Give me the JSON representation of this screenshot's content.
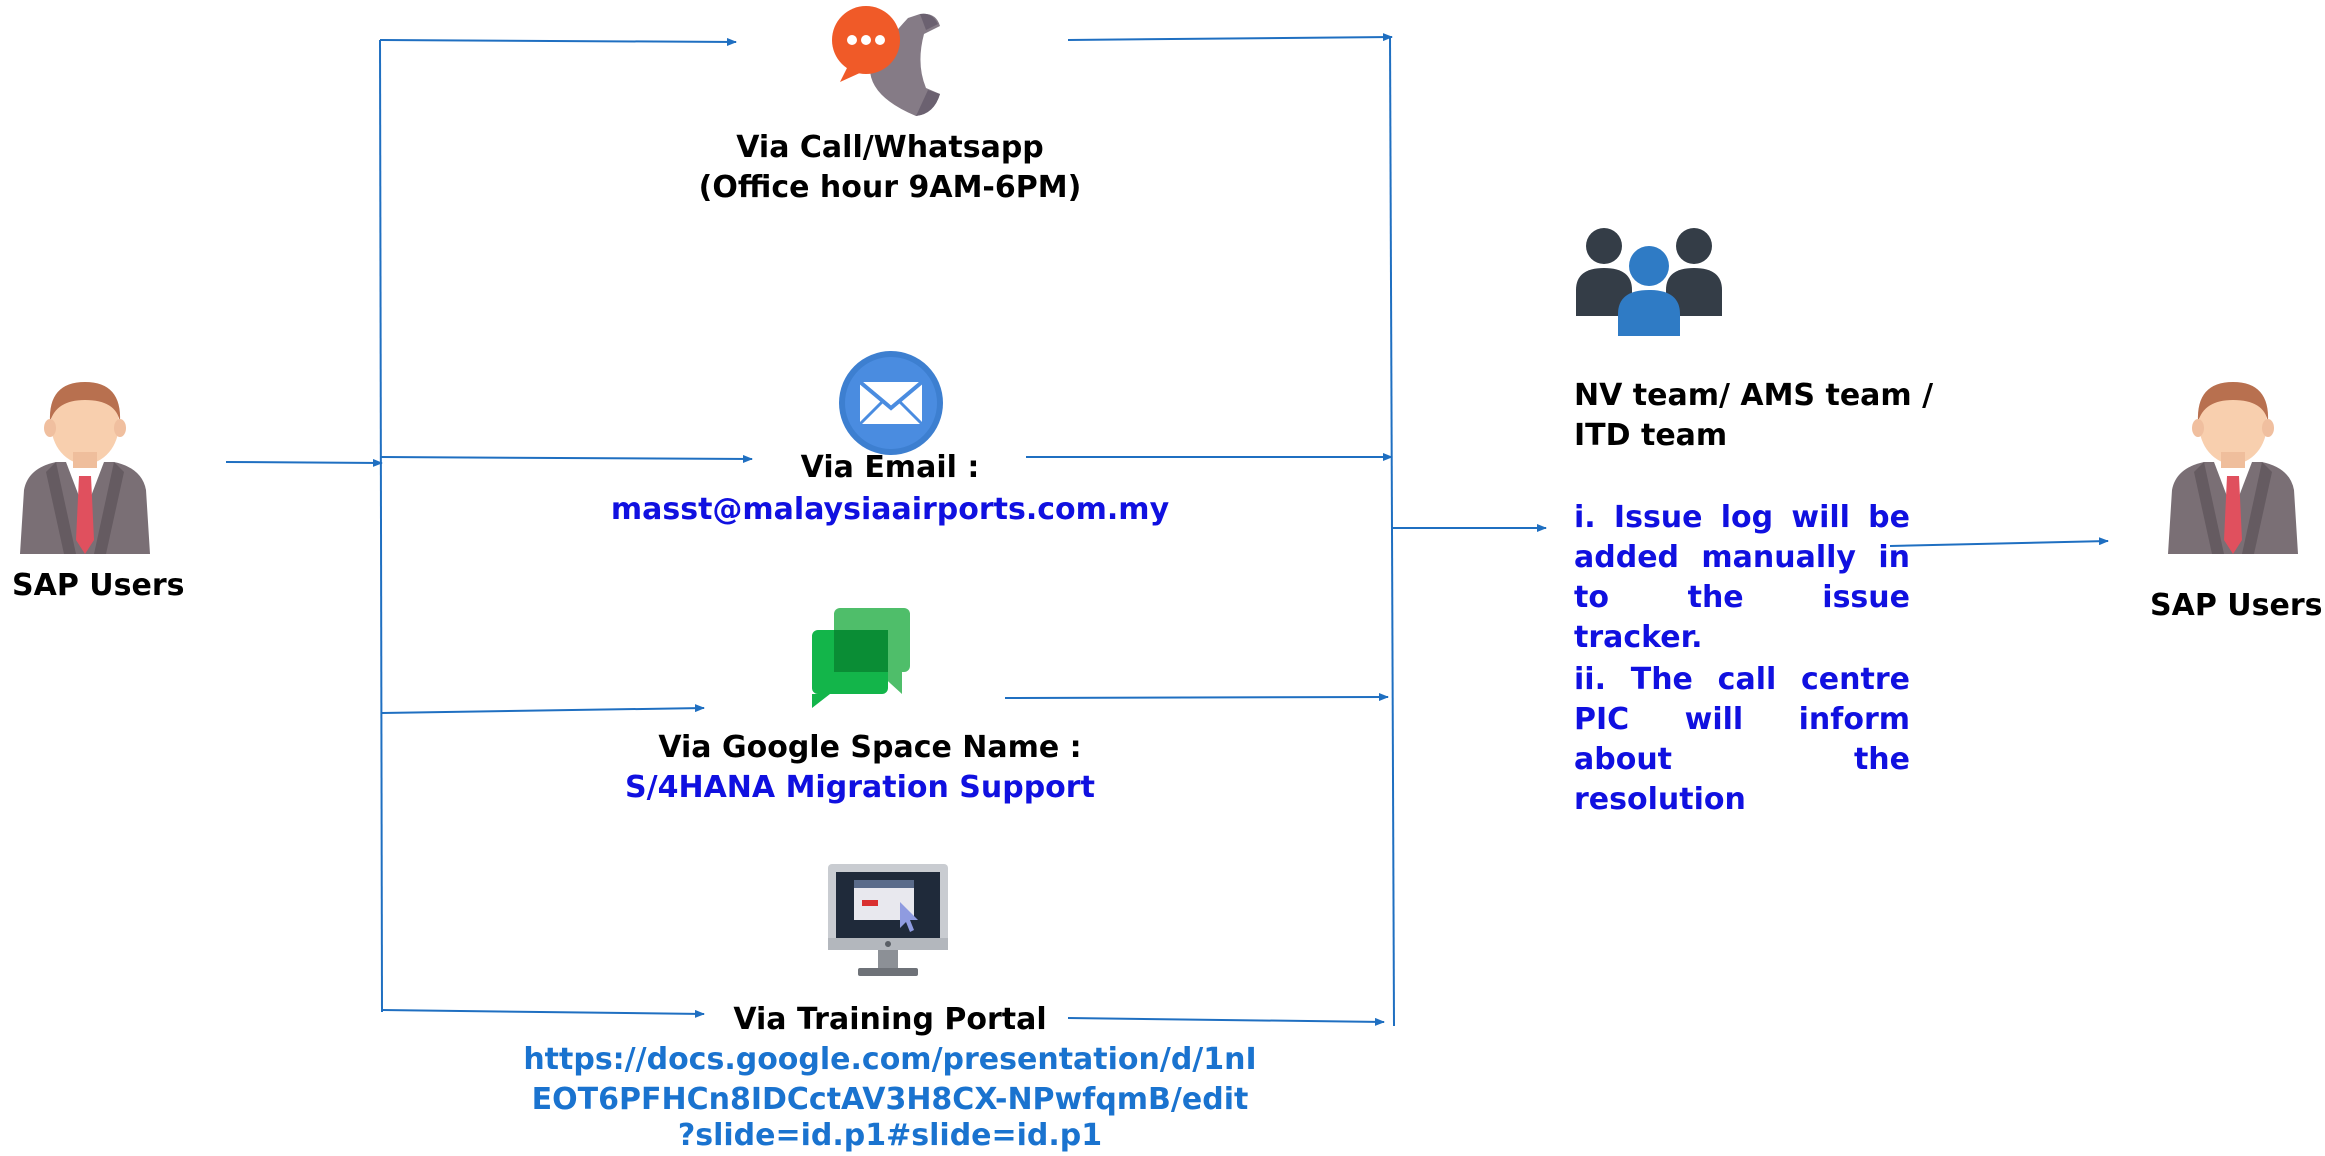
{
  "left_user": {
    "label": "SAP Users"
  },
  "right_user": {
    "label": "SAP Users"
  },
  "channels": {
    "call": {
      "title": "Via Call/Whatsapp",
      "detail": "(Office hour 9AM-6PM)"
    },
    "email": {
      "title": "Via Email :",
      "address": "masst@malaysiaairports.com.my"
    },
    "google_space": {
      "title": "Via Google Space Name :",
      "space_name": "S/4HANA Migration Support"
    },
    "training_portal": {
      "title": "Via Training Portal",
      "url_lines": [
        "https://docs.google.com/presentation/d/1nI",
        "EOT6PFHCn8IDCctAV3H8CX-NPwfqmB/edit",
        "?slide=id.p1#slide=id.p1"
      ]
    }
  },
  "team": {
    "name_line1": "NV team/ AMS team /",
    "name_line2": "ITD team",
    "steps": [
      "i. Issue log will be added manually in to the issue tracker.",
      "ii. The call centre PIC will inform about the resolution"
    ]
  },
  "colors": {
    "arrow": "#1f6fc1",
    "text_blue": "#1010e0",
    "link_blue": "#1a73cf"
  },
  "icons": [
    "user-icon",
    "phone-chat-icon",
    "email-icon",
    "google-chat-icon",
    "monitor-icon",
    "team-icon"
  ]
}
